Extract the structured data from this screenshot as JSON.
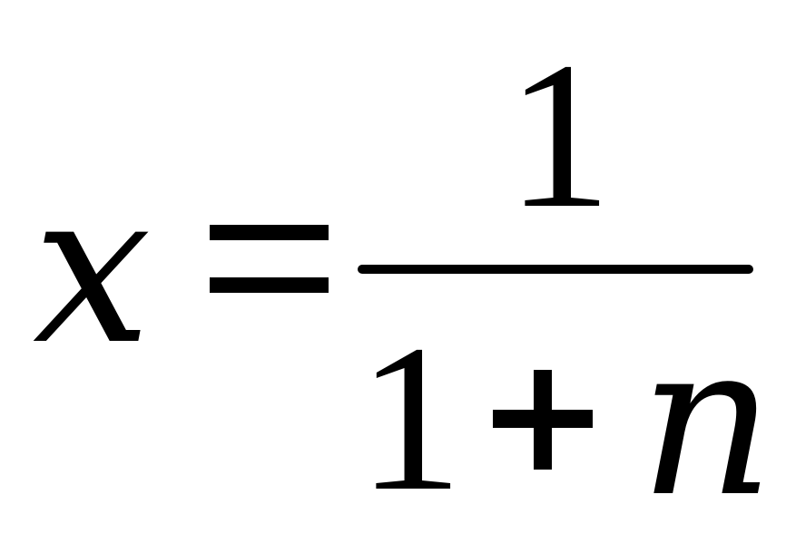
{
  "equation": {
    "lhs_variable": "x",
    "relation": "=",
    "numerator": "1",
    "denominator": {
      "constant": "1",
      "operator": "+",
      "variable": "n"
    }
  },
  "colors": {
    "ink": "#000000",
    "background": "#ffffff"
  }
}
